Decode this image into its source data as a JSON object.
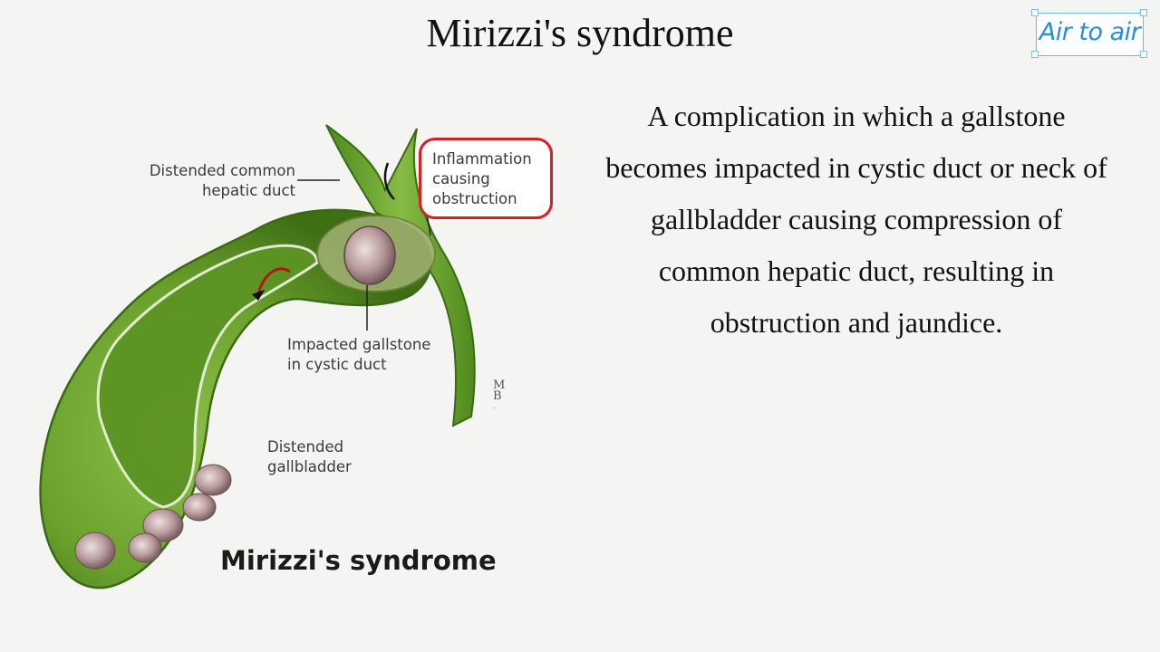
{
  "slide": {
    "title": "Mirizzi's syndrome",
    "description": "A complication in which a gallstone becomes impacted in cystic duct or neck of gallbladder causing compression of common hepatic duct, resulting in obstruction and jaundice."
  },
  "logo": {
    "text": "Air to air"
  },
  "diagram": {
    "caption": "Mirizzi's syndrome",
    "labels": {
      "hepatic_duct_line1": "Distended common",
      "hepatic_duct_line2": "hepatic duct",
      "inflammation_line1": "Inflammation",
      "inflammation_line2": "causing",
      "inflammation_line3": "obstruction",
      "gallstone_line1": "Impacted gallstone",
      "gallstone_line2": "in cystic duct",
      "gallbladder_line1": "Distended",
      "gallbladder_line2": "gallbladder"
    }
  },
  "colors": {
    "organ_green": "#6aa02c",
    "highlight_red": "#d81e25",
    "logo_blue": "#2a8ed8"
  }
}
